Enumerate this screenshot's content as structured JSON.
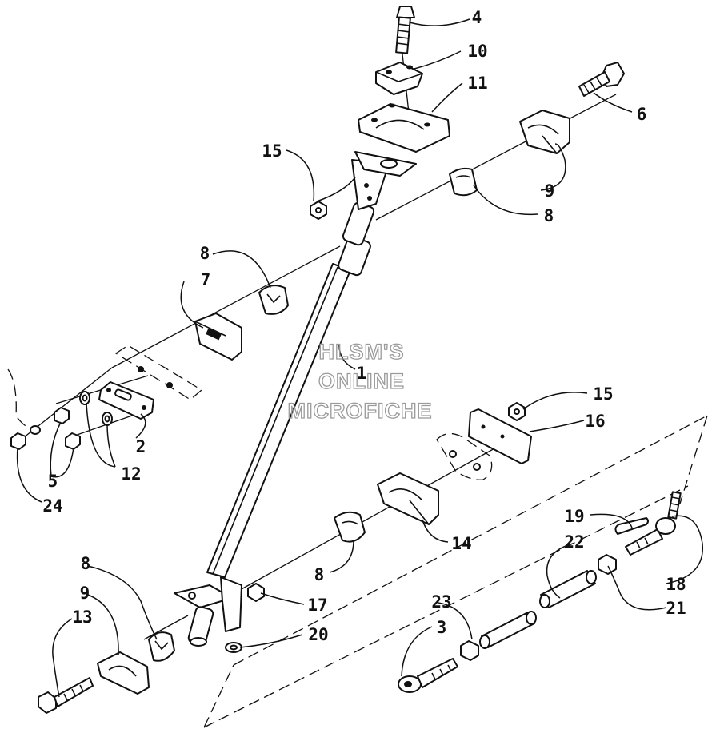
{
  "watermark": {
    "line1": "HLSM'S",
    "line2": "ONLINE",
    "line3": "MICROFICHE"
  },
  "callouts": {
    "c1": "1",
    "c2": "2",
    "c3": "3",
    "c4": "4",
    "c5": "5",
    "c6": "6",
    "c7": "7",
    "c8a": "8",
    "c8b": "8",
    "c8c": "8",
    "c8d": "8",
    "c9a": "9",
    "c9b": "9",
    "c10": "10",
    "c11": "11",
    "c12": "12",
    "c13": "13",
    "c14": "14",
    "c15a": "15",
    "c15b": "15",
    "c16": "16",
    "c17": "17",
    "c18": "18",
    "c19": "19",
    "c20": "20",
    "c21": "21",
    "c22": "22",
    "c23": "23",
    "c24": "24"
  }
}
